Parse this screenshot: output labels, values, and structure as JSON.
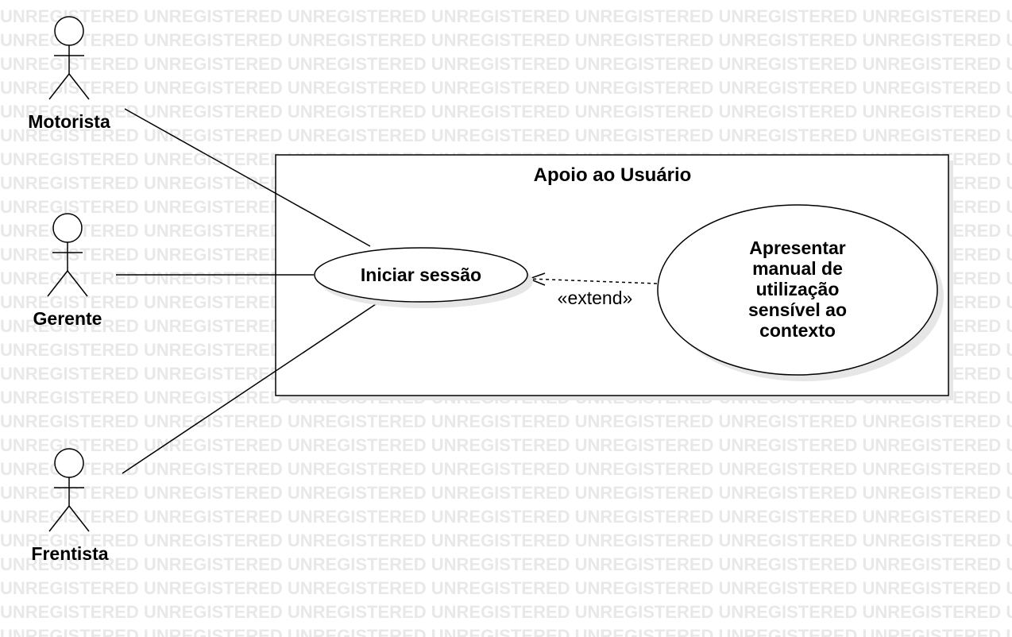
{
  "watermark": {
    "text": "UNREGISTERED"
  },
  "diagram": {
    "system": {
      "title": "Apoio ao Usuário"
    },
    "actors": [
      {
        "id": "motorista",
        "label": "Motorista"
      },
      {
        "id": "gerente",
        "label": "Gerente"
      },
      {
        "id": "frentista",
        "label": "Frentista"
      }
    ],
    "use_cases": [
      {
        "id": "iniciar",
        "lines": [
          "Iniciar sessão"
        ]
      },
      {
        "id": "manual",
        "lines": [
          "Apresentar",
          "manual de",
          "utilização",
          "sensível ao",
          "contexto"
        ]
      }
    ],
    "relationships": [
      {
        "from": "motorista",
        "to": "iniciar",
        "type": "association"
      },
      {
        "from": "gerente",
        "to": "iniciar",
        "type": "association"
      },
      {
        "from": "frentista",
        "to": "iniciar",
        "type": "association"
      },
      {
        "from": "manual",
        "to": "iniciar",
        "type": "extend",
        "label": "«extend»"
      }
    ]
  }
}
